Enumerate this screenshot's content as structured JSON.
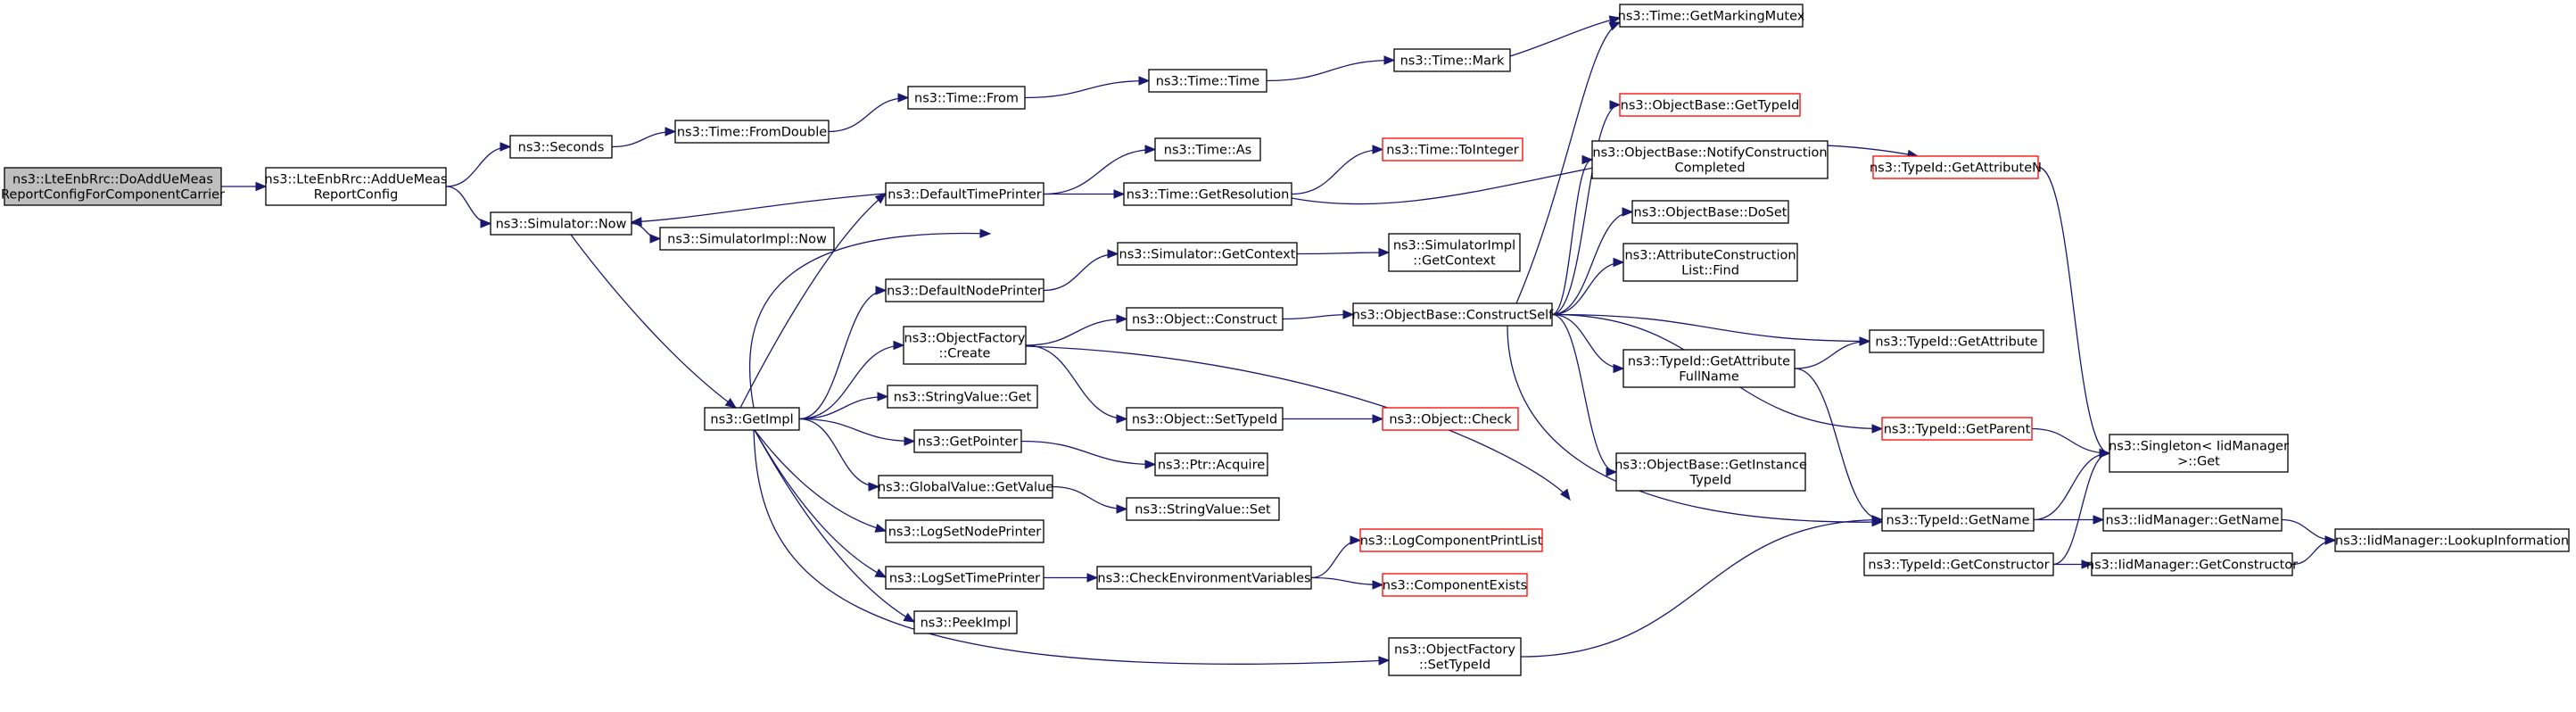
{
  "diagram": {
    "colors": {
      "edge": "#191970",
      "node_border": "#000000",
      "node_border_truncated": "#ff0000",
      "root_fill": "#bfbfbf",
      "node_fill": "#ffffff"
    },
    "nodes": [
      {
        "id": "root",
        "lines": [
          "ns3::LteEnbRrc::DoAddUeMeas",
          "ReportConfigForComponentCarrier"
        ],
        "root": true
      },
      {
        "id": "addUeMeas",
        "lines": [
          "ns3::LteEnbRrc::AddUeMeas",
          "ReportConfig"
        ]
      },
      {
        "id": "seconds",
        "lines": [
          "ns3::Seconds"
        ]
      },
      {
        "id": "simNow",
        "lines": [
          "ns3::Simulator::Now"
        ]
      },
      {
        "id": "fromDouble",
        "lines": [
          "ns3::Time::FromDouble"
        ]
      },
      {
        "id": "timeFrom",
        "lines": [
          "ns3::Time::From"
        ]
      },
      {
        "id": "timeTime",
        "lines": [
          "ns3::Time::Time"
        ]
      },
      {
        "id": "timeMark",
        "lines": [
          "ns3::Time::Mark"
        ]
      },
      {
        "id": "markingMutex",
        "lines": [
          "ns3::Time::GetMarkingMutex"
        ]
      },
      {
        "id": "getImpl",
        "lines": [
          "ns3::GetImpl"
        ]
      },
      {
        "id": "simImplNow",
        "lines": [
          "ns3::SimulatorImpl::Now"
        ]
      },
      {
        "id": "defTimePrinter",
        "lines": [
          "ns3::DefaultTimePrinter"
        ]
      },
      {
        "id": "timeAs",
        "lines": [
          "ns3::Time::As"
        ]
      },
      {
        "id": "getResolution",
        "lines": [
          "ns3::Time::GetResolution"
        ]
      },
      {
        "id": "toInteger",
        "lines": [
          "ns3::Time::ToInteger"
        ],
        "truncated": true
      },
      {
        "id": "simGetContext",
        "lines": [
          "ns3::Simulator::GetContext"
        ]
      },
      {
        "id": "simImplGetContext",
        "lines": [
          "ns3::SimulatorImpl",
          "::GetContext"
        ]
      },
      {
        "id": "defNodePrinter",
        "lines": [
          "ns3::DefaultNodePrinter"
        ]
      },
      {
        "id": "objFactoryCreate",
        "lines": [
          "ns3::ObjectFactory",
          "::Create"
        ]
      },
      {
        "id": "objConstruct",
        "lines": [
          "ns3::Object::Construct"
        ]
      },
      {
        "id": "constructSelf",
        "lines": [
          "ns3::ObjectBase::ConstructSelf"
        ]
      },
      {
        "id": "objSetTypeId",
        "lines": [
          "ns3::Object::SetTypeId"
        ]
      },
      {
        "id": "objCheck",
        "lines": [
          "ns3::Object::Check"
        ],
        "truncated": true
      },
      {
        "id": "stringValueGet",
        "lines": [
          "ns3::StringValue::Get"
        ]
      },
      {
        "id": "getPointer",
        "lines": [
          "ns3::GetPointer"
        ]
      },
      {
        "id": "ptrAcquire",
        "lines": [
          "ns3::Ptr::Acquire"
        ]
      },
      {
        "id": "globalGetValue",
        "lines": [
          "ns3::GlobalValue::GetValue"
        ]
      },
      {
        "id": "stringValueSet",
        "lines": [
          "ns3::StringValue::Set"
        ]
      },
      {
        "id": "logSetNodePrinter",
        "lines": [
          "ns3::LogSetNodePrinter"
        ]
      },
      {
        "id": "logSetTimePrinter",
        "lines": [
          "ns3::LogSetTimePrinter"
        ]
      },
      {
        "id": "checkEnv",
        "lines": [
          "ns3::CheckEnvironmentVariables"
        ]
      },
      {
        "id": "logCompPrintList",
        "lines": [
          "ns3::LogComponentPrintList"
        ],
        "truncated": true
      },
      {
        "id": "componentExists",
        "lines": [
          "ns3::ComponentExists"
        ],
        "truncated": true
      },
      {
        "id": "peekImpl",
        "lines": [
          "ns3::PeekImpl"
        ]
      },
      {
        "id": "objFactorySetTypeId",
        "lines": [
          "ns3::ObjectFactory",
          "::SetTypeId"
        ]
      },
      {
        "id": "objBaseGetTypeId",
        "lines": [
          "ns3::ObjectBase::GetTypeId"
        ],
        "truncated": true
      },
      {
        "id": "notifyConstruction",
        "lines": [
          "ns3::ObjectBase::NotifyConstruction",
          "Completed"
        ]
      },
      {
        "id": "doSet",
        "lines": [
          "ns3::ObjectBase::DoSet"
        ]
      },
      {
        "id": "attrConstrFind",
        "lines": [
          "ns3::AttributeConstruction",
          "List::Find"
        ]
      },
      {
        "id": "getAttrFullName",
        "lines": [
          "ns3::TypeId::GetAttribute",
          "FullName"
        ]
      },
      {
        "id": "getInstanceTypeId",
        "lines": [
          "ns3::ObjectBase::GetInstance",
          "TypeId"
        ]
      },
      {
        "id": "getAttributeN",
        "lines": [
          "ns3::TypeId::GetAttributeN"
        ],
        "truncated": true
      },
      {
        "id": "getAttribute",
        "lines": [
          "ns3::TypeId::GetAttribute"
        ]
      },
      {
        "id": "getParent",
        "lines": [
          "ns3::TypeId::GetParent"
        ],
        "truncated": true
      },
      {
        "id": "singletonGet",
        "lines": [
          "ns3::Singleton< IidManager",
          " >::Get"
        ]
      },
      {
        "id": "typeIdGetName",
        "lines": [
          "ns3::TypeId::GetName"
        ]
      },
      {
        "id": "typeIdGetConstructor",
        "lines": [
          "ns3::TypeId::GetConstructor"
        ]
      },
      {
        "id": "iidGetName",
        "lines": [
          "ns3::IidManager::GetName"
        ]
      },
      {
        "id": "iidGetConstructor",
        "lines": [
          "ns3::IidManager::GetConstructor"
        ]
      },
      {
        "id": "lookupInfo",
        "lines": [
          "ns3::IidManager::LookupInformation"
        ]
      }
    ],
    "edges": [
      [
        "root",
        "addUeMeas"
      ],
      [
        "addUeMeas",
        "seconds"
      ],
      [
        "addUeMeas",
        "simNow"
      ],
      [
        "seconds",
        "fromDouble"
      ],
      [
        "fromDouble",
        "timeFrom"
      ],
      [
        "timeFrom",
        "timeTime"
      ],
      [
        "timeTime",
        "timeMark"
      ],
      [
        "timeMark",
        "markingMutex"
      ],
      [
        "simNow",
        "simImplNow"
      ],
      [
        "simNow",
        "getImpl"
      ],
      [
        "defTimePrinter",
        "simNow"
      ],
      [
        "defTimePrinter",
        "timeAs"
      ],
      [
        "defTimePrinter",
        "getResolution"
      ],
      [
        "getResolution",
        "toInteger"
      ],
      [
        "getResolution",
        "getAttributeN"
      ],
      [
        "simGetContext",
        "simImplGetContext"
      ],
      [
        "defNodePrinter",
        "simGetContext"
      ],
      [
        "getImpl",
        "defTimePrinter"
      ],
      [
        "getImpl",
        "simGetContext"
      ],
      [
        "getImpl",
        "defNodePrinter"
      ],
      [
        "getImpl",
        "objFactoryCreate"
      ],
      [
        "getImpl",
        "stringValueGet"
      ],
      [
        "getImpl",
        "getPointer"
      ],
      [
        "getImpl",
        "globalGetValue"
      ],
      [
        "getImpl",
        "logSetNodePrinter"
      ],
      [
        "getImpl",
        "logSetTimePrinter"
      ],
      [
        "getImpl",
        "peekImpl"
      ],
      [
        "getImpl",
        "objFactorySetTypeId"
      ],
      [
        "objFactoryCreate",
        "objConstruct"
      ],
      [
        "objFactoryCreate",
        "objSetTypeId"
      ],
      [
        "objFactoryCreate",
        "typeIdGetConstructor"
      ],
      [
        "objConstruct",
        "constructSelf"
      ],
      [
        "objSetTypeId",
        "objCheck"
      ],
      [
        "getPointer",
        "ptrAcquire"
      ],
      [
        "globalGetValue",
        "stringValueSet"
      ],
      [
        "logSetTimePrinter",
        "checkEnv"
      ],
      [
        "checkEnv",
        "logCompPrintList"
      ],
      [
        "checkEnv",
        "componentExists"
      ],
      [
        "objFactorySetTypeId",
        "typeIdGetName"
      ],
      [
        "constructSelf",
        "markingMutex"
      ],
      [
        "constructSelf",
        "objBaseGetTypeId"
      ],
      [
        "constructSelf",
        "notifyConstruction"
      ],
      [
        "constructSelf",
        "doSet"
      ],
      [
        "constructSelf",
        "attrConstrFind"
      ],
      [
        "constructSelf",
        "getAttribute"
      ],
      [
        "constructSelf",
        "getAttrFullName"
      ],
      [
        "constructSelf",
        "getInstanceTypeId"
      ],
      [
        "constructSelf",
        "getParent"
      ],
      [
        "constructSelf",
        "typeIdGetName"
      ],
      [
        "getAttrFullName",
        "getAttribute"
      ],
      [
        "getAttrFullName",
        "typeIdGetName"
      ],
      [
        "getAttributeN",
        "singletonGet"
      ],
      [
        "getParent",
        "singletonGet"
      ],
      [
        "typeIdGetName",
        "singletonGet"
      ],
      [
        "typeIdGetName",
        "iidGetName"
      ],
      [
        "typeIdGetConstructor",
        "singletonGet"
      ],
      [
        "typeIdGetConstructor",
        "iidGetConstructor"
      ],
      [
        "iidGetName",
        "lookupInfo"
      ],
      [
        "iidGetConstructor",
        "lookupInfo"
      ]
    ]
  }
}
